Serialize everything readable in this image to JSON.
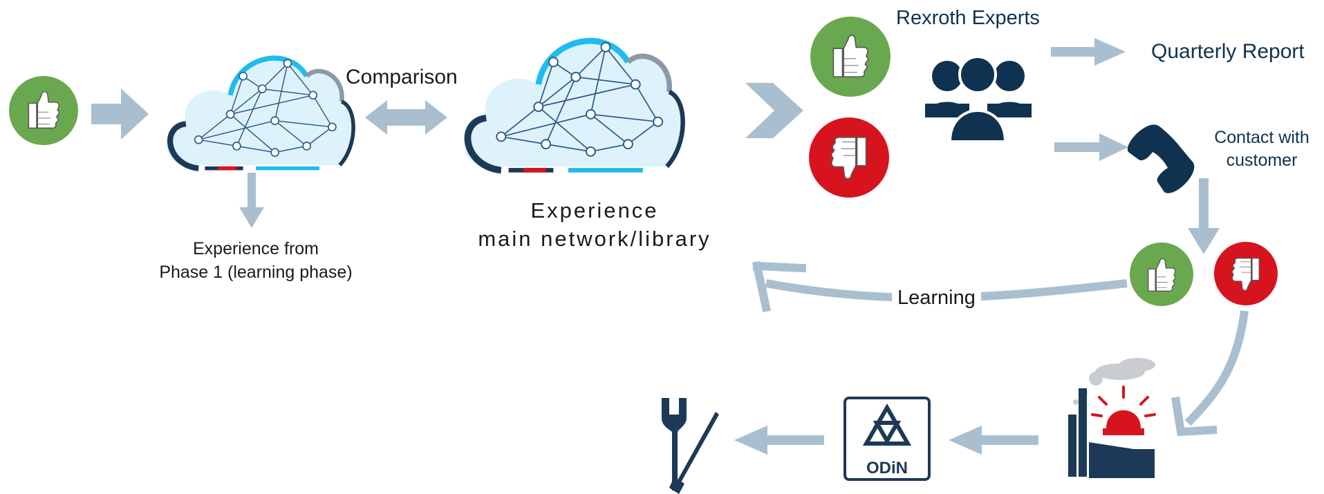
{
  "labels": {
    "comparison": "Comparison",
    "experience_phase1_line1": "Experience from",
    "experience_phase1_line2": "Phase 1 (learning phase)",
    "experience_main_line1": "Experience",
    "experience_main_line2": "main network/library",
    "rexroth_experts": "Rexroth Experts",
    "quarterly_report": "Quarterly Report",
    "contact_line1": "Contact with",
    "contact_line2": "customer",
    "learning": "Learning",
    "odin_logo": "ODiN"
  },
  "colors": {
    "arrow": "#a9bfcf",
    "good_green": "#6aa84f",
    "bad_red": "#d7141e",
    "navy": "#0f3250",
    "cloud_blue": "#1ebcf0",
    "cloud_fill": "#d9f1fb",
    "cloud_dark": "#1c3a57",
    "cloud_gray": "#8a9aa8"
  },
  "icons": {
    "thumb_up": "thumbs-up-icon",
    "thumb_down": "thumbs-down-icon",
    "experts": "people-group-icon",
    "phone": "phone-icon",
    "factory_alarm": "factory-alarm-icon",
    "odin": "odin-logo-icon",
    "tools": "wrench-screwdriver-icon"
  }
}
